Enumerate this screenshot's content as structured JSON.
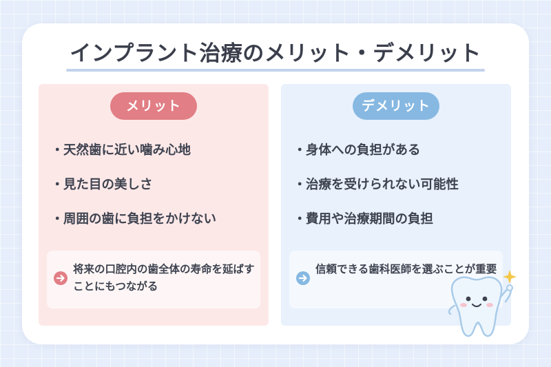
{
  "title": "インプラント治療のメリット・デメリット",
  "merit": {
    "label": "メリット",
    "items": [
      "天然歯に近い噛み心地",
      "見た目の美しさ",
      "周囲の歯に負担をかけない"
    ],
    "note": "将来の口腔内の歯全体の寿命を延ばすことにもつながる"
  },
  "demerit": {
    "label": "デメリット",
    "items": [
      "身体への負担がある",
      "治療を受けられない可能性",
      "費用や治療期間の負担"
    ],
    "note": "信頼できる歯科医師を選ぶことが重要"
  },
  "bullet": "・",
  "icons": {
    "note_arrow": "arrow-right-circle-icon",
    "mascot": "tooth-mascot-icon"
  },
  "colors": {
    "merit_accent": "#e27e85",
    "demerit_accent": "#86b8e2",
    "merit_bg": "#fde8e8",
    "demerit_bg": "#e8f1fc"
  }
}
